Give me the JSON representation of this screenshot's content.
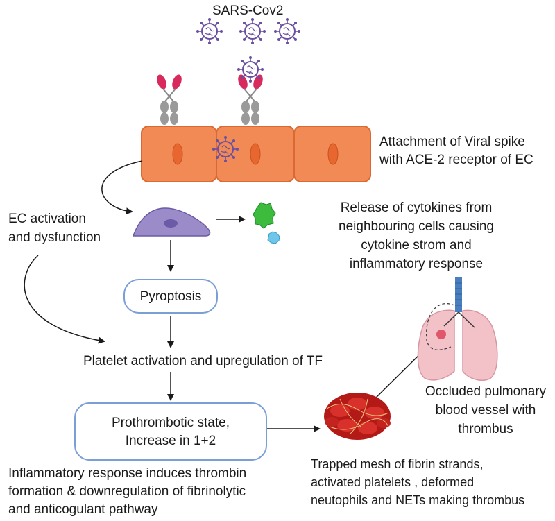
{
  "virus_title": "SARS-Cov2",
  "attachment_text": [
    "Attachment of Viral spike",
    "with ACE-2 receptor of  EC"
  ],
  "ec_activation_text": [
    "EC activation",
    "and dysfunction"
  ],
  "cytokine_text": [
    "Release of cytokines from",
    "neighbouring cells causing",
    "cytokine strom and",
    "inflammatory response"
  ],
  "pyroptosis_label": "Pyroptosis",
  "platelet_text": "Platelet activation and upregulation of TF",
  "prothrombotic_text": [
    "Prothrombotic state,",
    "Increase in 1+2"
  ],
  "occluded_text": [
    "Occluded pulmonary",
    "blood vessel with",
    "thrombus"
  ],
  "inflammatory_text": [
    "Inflammatory response induces thrombin",
    "formation & downregulation of  fibrinolytic",
    "and anticogulant pathway"
  ],
  "trapped_text": [
    "Trapped mesh of fibrin strands,",
    "activated platelets , deformed",
    "neutophils and NETs making thrombus"
  ],
  "colors": {
    "cell_fill": "#f28a55",
    "cell_border": "#d96a33",
    "nucleus": "#e8662f",
    "virus": "#6b4fa0",
    "receptor_red": "#d92a5e",
    "receptor_grey": "#9a9a9a",
    "activated_cell": "#9b8cc9",
    "box_border": "#7a9ed6",
    "thrombus": "#c8201c",
    "lung": "#f3c2c8",
    "trachea": "#4a7fbf"
  },
  "icons": [
    "virus-icon",
    "ace2-receptor-icon",
    "endothelial-cell-icon",
    "activated-cell-icon",
    "cytokine-green-icon",
    "cytokine-blue-icon",
    "lungs-icon",
    "thrombus-icon"
  ]
}
